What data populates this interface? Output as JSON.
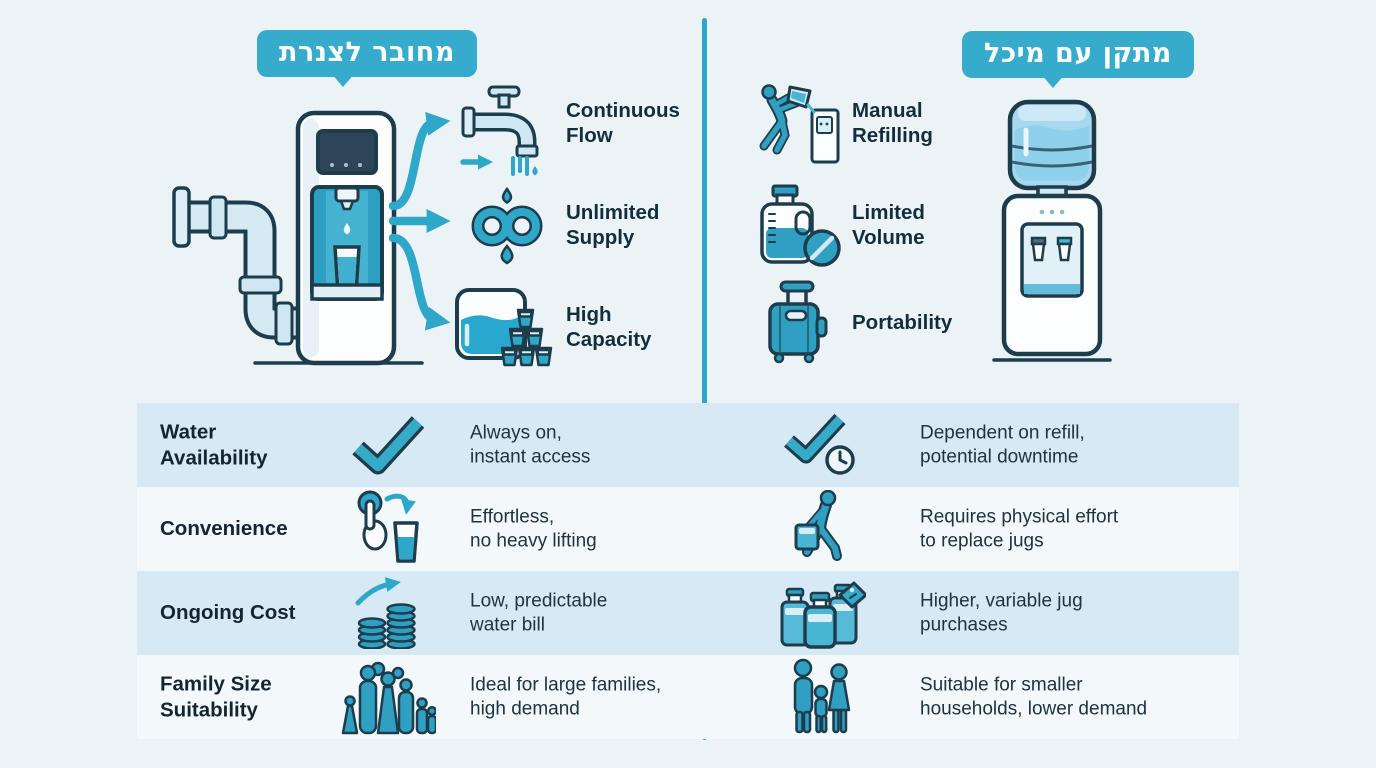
{
  "page": {
    "background": "#ecf3f7",
    "accent_teal": "#2fa7c9",
    "badge_color": "#36abcb",
    "shaded_row_color": "#d7e9f4",
    "outline_color": "#1d3d4d"
  },
  "left_column": {
    "badge": "מחובר לצנרת",
    "illustration": "plumbed-water-dispenser",
    "features": [
      {
        "icon": "faucet-icon",
        "label": "Continuous\nFlow"
      },
      {
        "icon": "infinity-icon",
        "label": "Unlimited\nSupply"
      },
      {
        "icon": "capacity-tank-cups-icon",
        "label": "High\nCapacity"
      }
    ]
  },
  "right_column": {
    "badge": "מתקן עם מיכל",
    "illustration": "bottle-water-cooler",
    "features": [
      {
        "icon": "refill-person-icon",
        "label": "Manual\nRefilling"
      },
      {
        "icon": "limited-jug-icon",
        "label": "Limited\nVolume"
      },
      {
        "icon": "suitcase-icon",
        "label": "Portability"
      }
    ]
  },
  "comparison": {
    "rows": [
      {
        "label": "Water\nAvailability",
        "left_icon": "checkmark-icon",
        "left_text": "Always on,\ninstant access",
        "right_icon": "checkmark-clock-icon",
        "right_text": "Dependent on refill,\npotential downtime"
      },
      {
        "label": "Convenience",
        "left_icon": "press-button-cup-icon",
        "left_text": "Effortless,\nno heavy lifting",
        "right_icon": "carrying-person-icon",
        "right_text": "Requires physical effort\nto replace jugs"
      },
      {
        "label": "Ongoing Cost",
        "left_icon": "coin-stack-arrow-icon",
        "left_text": "Low, predictable\nwater bill",
        "right_icon": "jugs-price-tag-icon",
        "right_text": "Higher, variable jug\npurchases"
      },
      {
        "label": "Family Size\nSuitability",
        "left_icon": "large-family-icon",
        "left_text": "Ideal for large families,\nhigh demand",
        "right_icon": "small-family-icon",
        "right_text": "Suitable for smaller\nhouseholds, lower demand"
      }
    ]
  }
}
